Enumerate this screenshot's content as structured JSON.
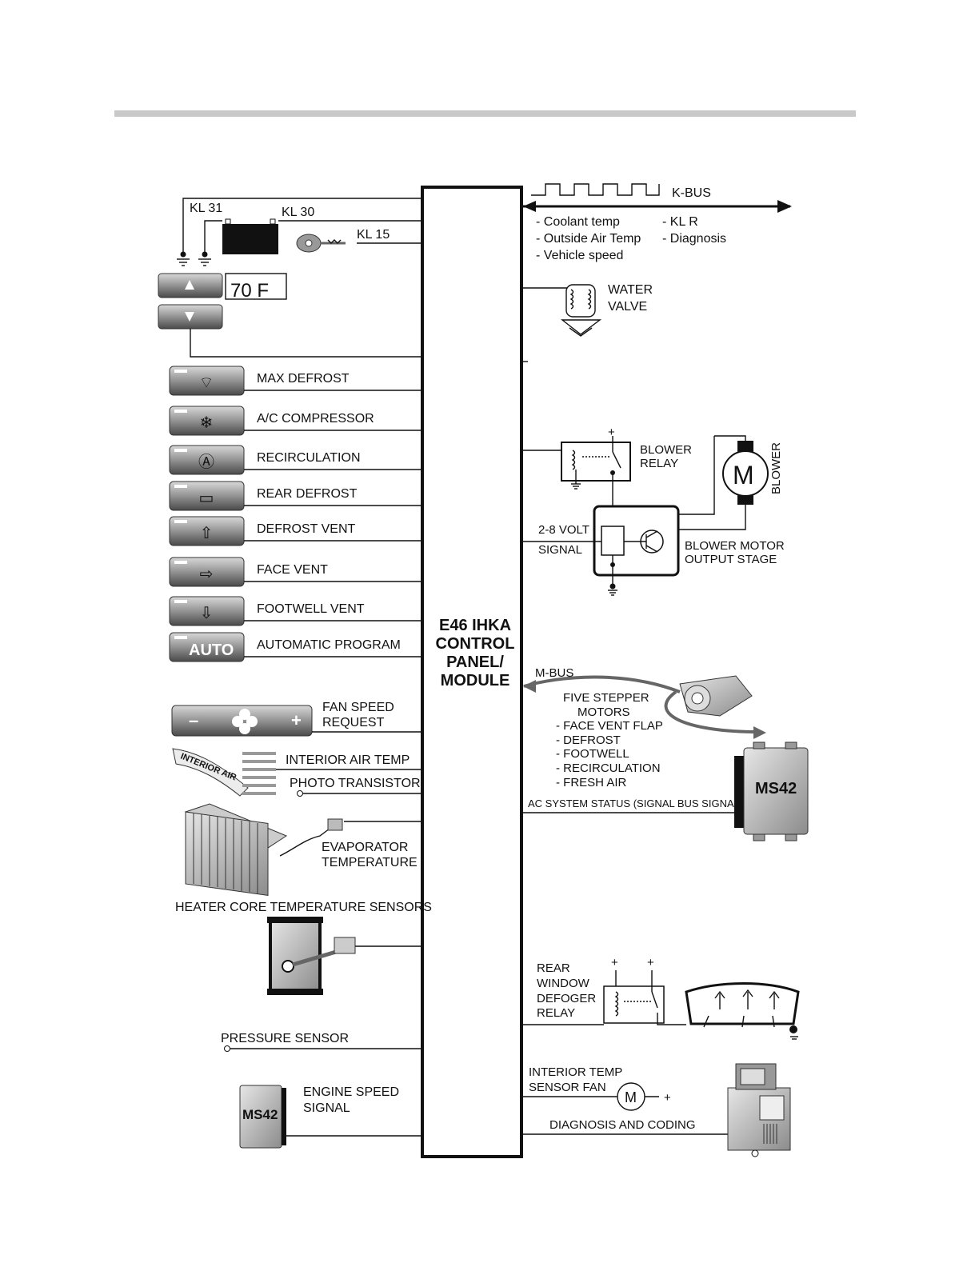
{
  "module": {
    "line1": "E46 IHKA",
    "line2": "CONTROL",
    "line3": "PANEL/",
    "line4": "MODULE"
  },
  "power": {
    "kl31": "KL 31",
    "kl30": "KL 30",
    "kl15": "KL  15"
  },
  "temp_display": {
    "value": "70 F"
  },
  "buttons": [
    {
      "label": "MAX DEFROST"
    },
    {
      "label": "A/C COMPRESSOR"
    },
    {
      "label": "RECIRCULATION"
    },
    {
      "label": "REAR DEFROST"
    },
    {
      "label": "DEFROST VENT"
    },
    {
      "label": "FACE VENT"
    },
    {
      "label": "FOOTWELL VENT"
    },
    {
      "label": "AUTOMATIC PROGRAM",
      "button_text": "AUTO"
    }
  ],
  "fan_speed": {
    "line1": "FAN SPEED",
    "line2": "REQUEST",
    "minus": "–",
    "plus": "+"
  },
  "interior_sensor": {
    "badge": "INTERIOR AIR",
    "temp": "INTERIOR AIR TEMP",
    "photo": "PHOTO TRANSISTOR"
  },
  "evaporator": {
    "line1": "EVAPORATOR",
    "line2": "TEMPERATURE"
  },
  "heater_core": {
    "label": "HEATER CORE TEMPERATURE SENSORS"
  },
  "pressure": {
    "label": "PRESSURE SENSOR"
  },
  "engine_speed": {
    "line1": "ENGINE SPEED",
    "line2": "SIGNAL",
    "ecu": "MS42"
  },
  "kbus": {
    "label": "K-BUS",
    "signals_left": [
      "- Coolant temp",
      "- Outside Air Temp",
      "- Vehicle speed"
    ],
    "signals_right": [
      "- KL R",
      "- Diagnosis"
    ]
  },
  "water_valve": {
    "line1": "WATER",
    "line2": "VALVE"
  },
  "blower": {
    "relay_line1": "BLOWER",
    "relay_line2": "RELAY",
    "motor": "BLOWER",
    "motor_symbol": "M",
    "stage_line1": "BLOWER MOTOR",
    "stage_line2": "OUTPUT STAGE",
    "volt": "2-8 VOLT",
    "signal": "SIGNAL",
    "plus": "+"
  },
  "mbus": {
    "label": "M-BUS",
    "title1": "FIVE STEPPER",
    "title2": "MOTORS",
    "items": [
      "- FACE VENT FLAP",
      "- DEFROST",
      "- FOOTWELL",
      "- RECIRCULATION",
      "- FRESH AIR"
    ]
  },
  "ac_status": {
    "label": "AC SYSTEM STATUS (SIGNAL BUS SIGNAL)",
    "ecu": "MS42"
  },
  "rear_defog": {
    "line1": "REAR",
    "line2": "WINDOW",
    "line3": "DEFOGER",
    "line4": "RELAY",
    "plus": "+"
  },
  "interior_fan": {
    "line1": "INTERIOR TEMP",
    "line2": "SENSOR FAN",
    "symbol": "M",
    "plus": "+"
  },
  "diagnosis": {
    "label": "DIAGNOSIS AND CODING"
  }
}
